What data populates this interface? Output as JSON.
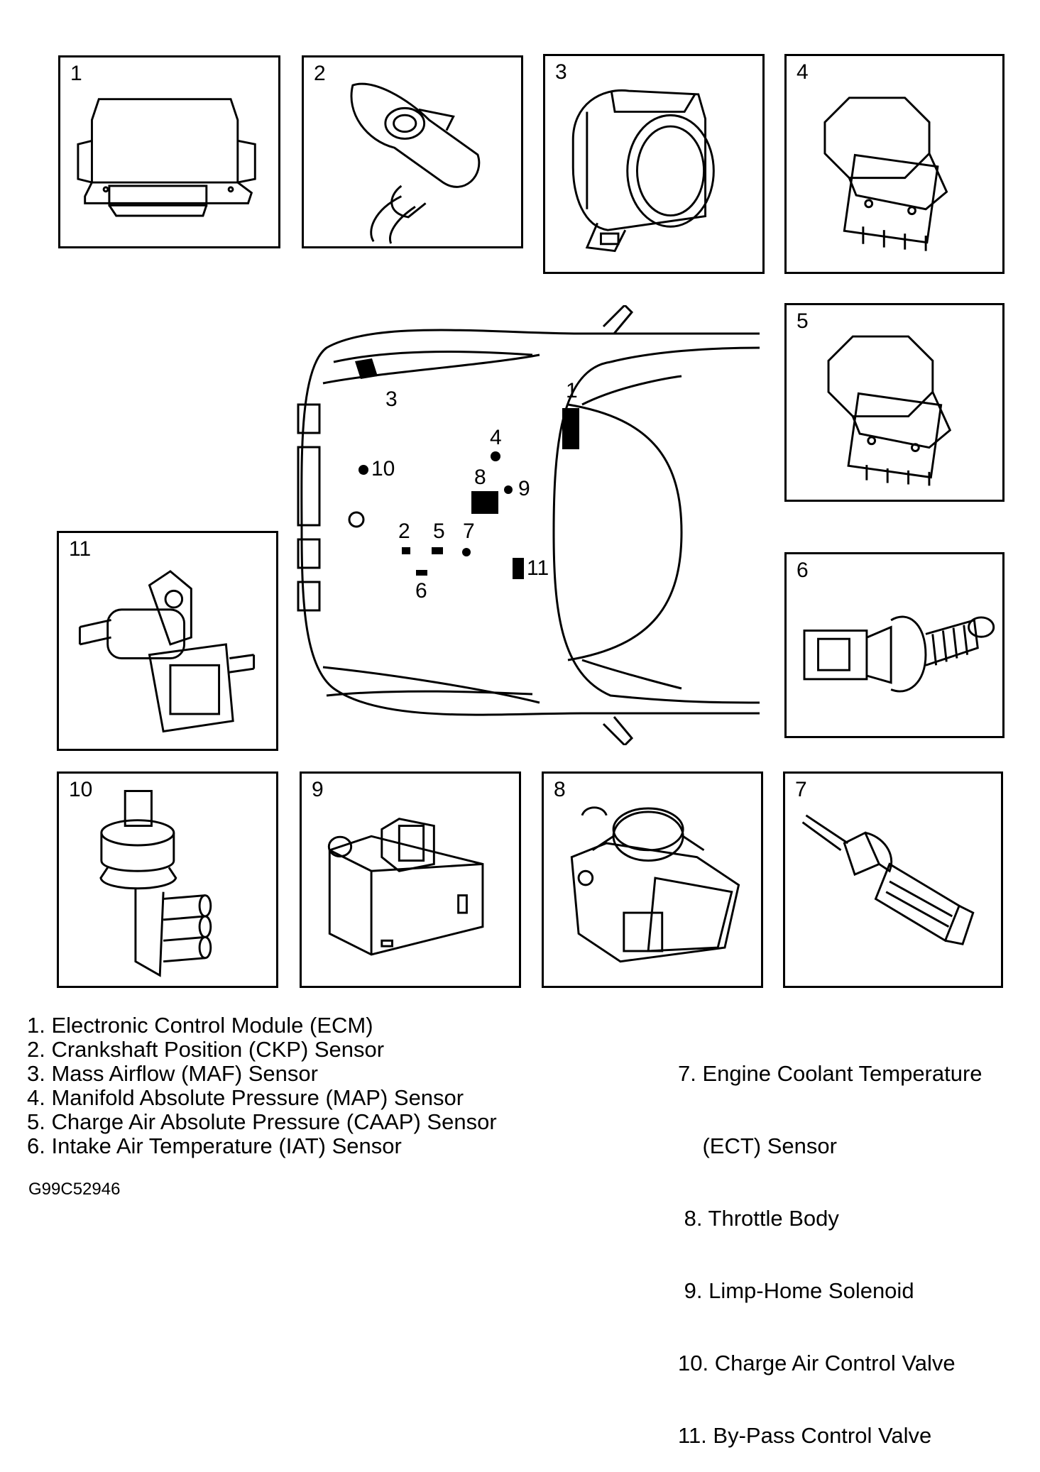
{
  "panels": [
    {
      "num": "1"
    },
    {
      "num": "2"
    },
    {
      "num": "3"
    },
    {
      "num": "4"
    },
    {
      "num": "5"
    },
    {
      "num": "6"
    },
    {
      "num": "7"
    },
    {
      "num": "8"
    },
    {
      "num": "9"
    },
    {
      "num": "10"
    },
    {
      "num": "11"
    }
  ],
  "car_labels": {
    "l1": "1",
    "l2": "2",
    "l3": "3",
    "l4": "4",
    "l5": "5",
    "l6": "6",
    "l7": "7",
    "l8": "8",
    "l9": "9",
    "l10": "10",
    "l11": "11"
  },
  "legend_left": [
    "1. Electronic Control Module (ECM)",
    "2. Crankshaft Position (CKP) Sensor",
    "3. Mass Airflow  (MAF) Sensor",
    "4. Manifold Absolute Pressure (MAP) Sensor",
    "5. Charge Air Absolute Pressure (CAAP) Sensor",
    "6. Intake Air Temperature (IAT) Sensor"
  ],
  "legend_right": [
    "7. Engine Coolant Temperature",
    "    (ECT) Sensor",
    " 8. Throttle Body",
    " 9. Limp-Home Solenoid",
    "10. Charge Air Control Valve",
    "11. By-Pass Control Valve"
  ],
  "figure_code": "G99C52946"
}
